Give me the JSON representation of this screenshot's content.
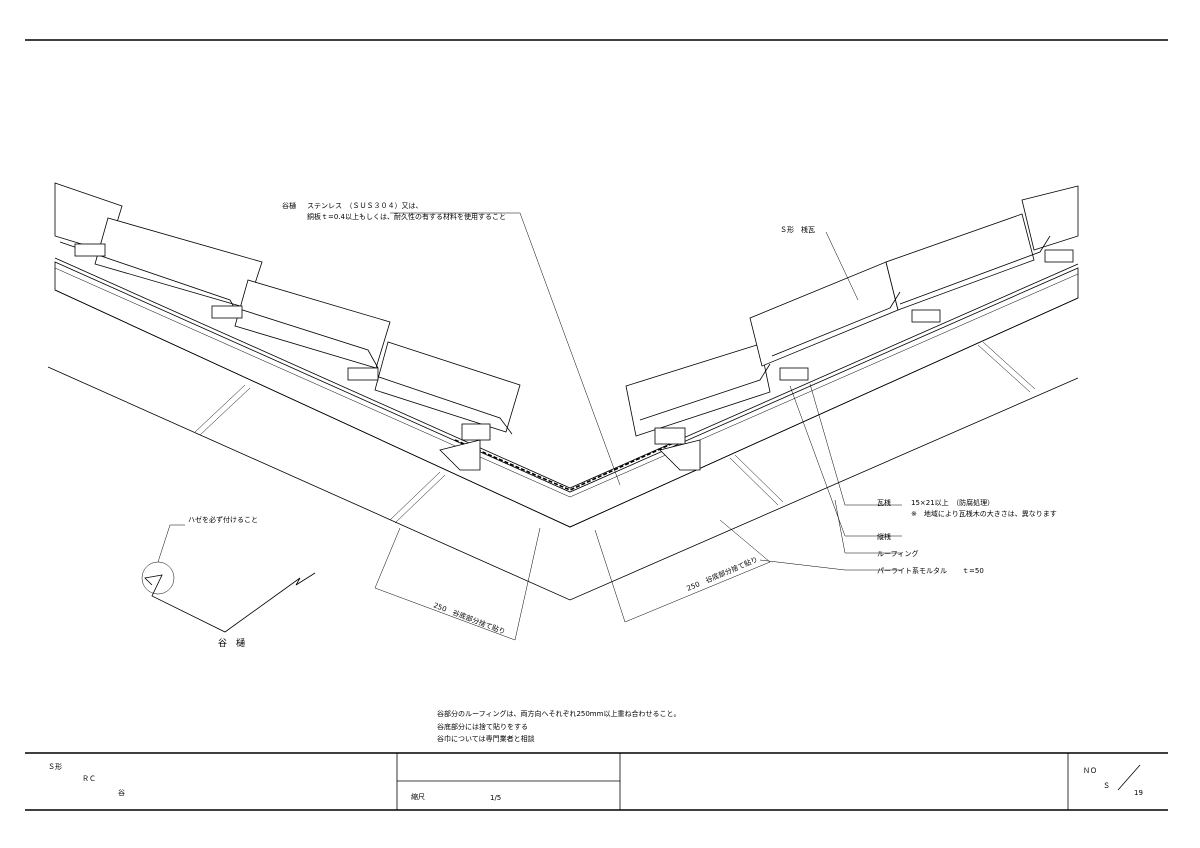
{
  "callouts": {
    "gutter_line1_label": "谷樋",
    "gutter_line1_text": "ステンレス　（ＳＵＳ３０４）又は、",
    "gutter_line2_text": "銅板ｔ=0.4以上もしくは、耐久性の有する材料を使用すること",
    "roof_tile": "Ｓ形　桟瓦",
    "batten_label": "瓦桟",
    "batten_size": "15×21以上　（防腐処理）",
    "batten_note": "※　地域により瓦桟木の大きさは、異なります",
    "vertical_batten": "縦桟",
    "roofing": "ルーフィング",
    "mortar": "パーライト系モルタル",
    "mortar_thickness": "ｔ=50"
  },
  "hem_note": "ハゼを必ず付けること",
  "gutter_title": "谷　樋",
  "dimensions": {
    "left": "250　谷底部分捨て貼り",
    "right": "250　谷底部分捨て貼り"
  },
  "notes": [
    "谷部分のルーフィングは、両方向へそれぞれ250mm以上重ね合わせること。",
    "谷底部分には捨て貼りをする",
    "谷巾については専門業者と相談"
  ],
  "title_block": {
    "line1": "Ｓ形",
    "line2": "ＲＣ",
    "line3": "谷",
    "scale_label": "縮尺",
    "scale_value": "1/5",
    "no_label": "ＮＯ",
    "series": "Ｓ",
    "number": "19"
  }
}
